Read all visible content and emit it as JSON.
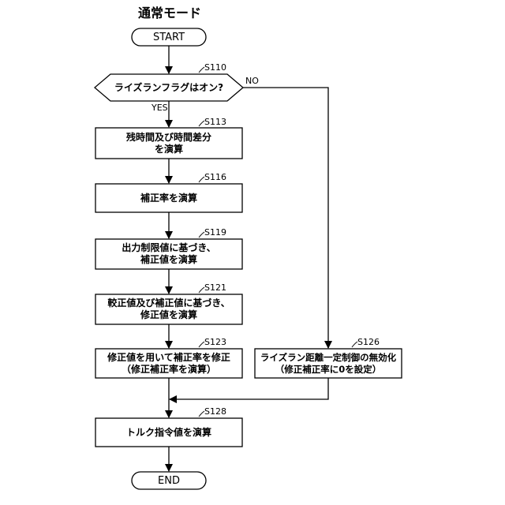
{
  "title": "通常モード",
  "start": "START",
  "end": "END",
  "decision": {
    "step": "S110",
    "text": "ライズランフラグはオン?",
    "yes": "YES",
    "no": "NO"
  },
  "steps": [
    {
      "id": "S113",
      "lines": [
        "残時間及び時間差分",
        "を演算"
      ]
    },
    {
      "id": "S116",
      "lines": [
        "補正率を演算"
      ]
    },
    {
      "id": "S119",
      "lines": [
        "出力制限値に基づき、",
        "補正値を演算"
      ]
    },
    {
      "id": "S121",
      "lines": [
        "較正値及び補正値に基づき、",
        "修正値を演算"
      ]
    },
    {
      "id": "S123",
      "lines": [
        "修正値を用いて補正率を修正",
        "（修正補正率を演算）"
      ]
    },
    {
      "id": "S126",
      "lines": [
        "ライズラン距離一定制御の無効化",
        "（修正補正率に0を設定）"
      ]
    },
    {
      "id": "S128",
      "lines": [
        "トルク指令値を演算"
      ]
    }
  ]
}
